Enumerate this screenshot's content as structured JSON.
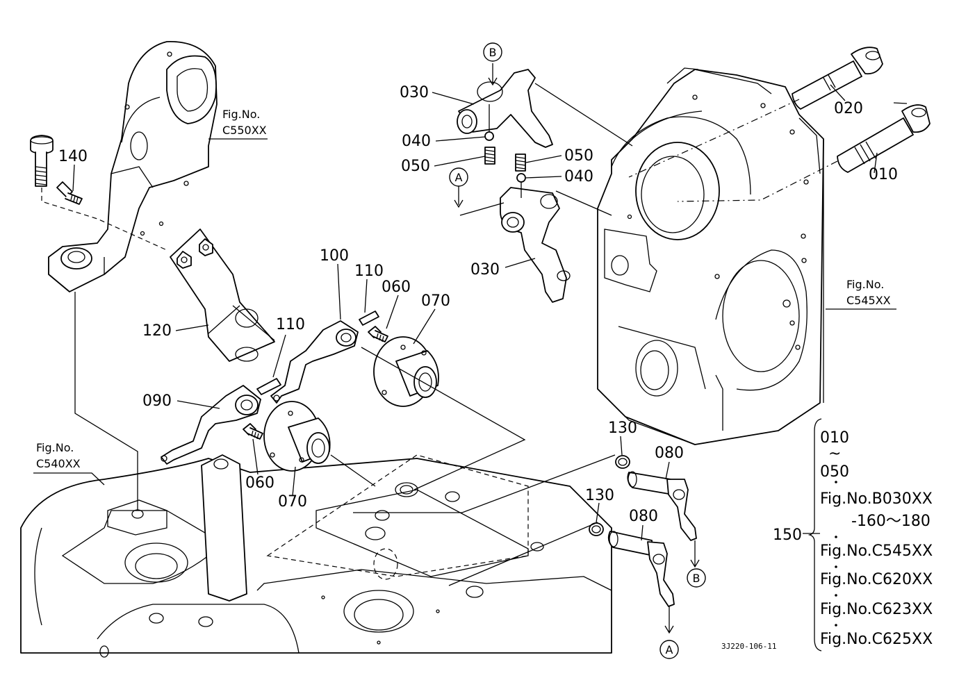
{
  "callouts": {
    "p010": "010",
    "p020": "020",
    "p030a": "030",
    "p030b": "030",
    "p040a": "040",
    "p040b": "040",
    "p050a": "050",
    "p050b": "050",
    "p060a": "060",
    "p060b": "060",
    "p070a": "070",
    "p070b": "070",
    "p080a": "080",
    "p080b": "080",
    "p090": "090",
    "p100": "100",
    "p110a": "110",
    "p110b": "110",
    "p120": "120",
    "p130a": "130",
    "p130b": "130",
    "p140": "140",
    "p150": "150"
  },
  "refs": {
    "c550_a": "Fig.No.",
    "c550_b": "C550XX",
    "c545_a": "Fig.No.",
    "c545_b": "C545XX",
    "c540_a": "Fig.No.",
    "c540_b": "C540XX"
  },
  "markers": {
    "b_top": "B",
    "a_top": "A",
    "b_bottom": "B",
    "a_bottom": "A"
  },
  "set_list": {
    "range_start": "010",
    "range_tilde": "~",
    "range_end": "050",
    "item1": "Fig.No.B030XX",
    "item1_sub": "-160～180",
    "item2": "Fig.No.C545XX",
    "item3": "Fig.No.C620XX",
    "item4": "Fig.No.C623XX",
    "item5": "Fig.No.C625XX"
  },
  "drawing_code": "3J220-106-11"
}
